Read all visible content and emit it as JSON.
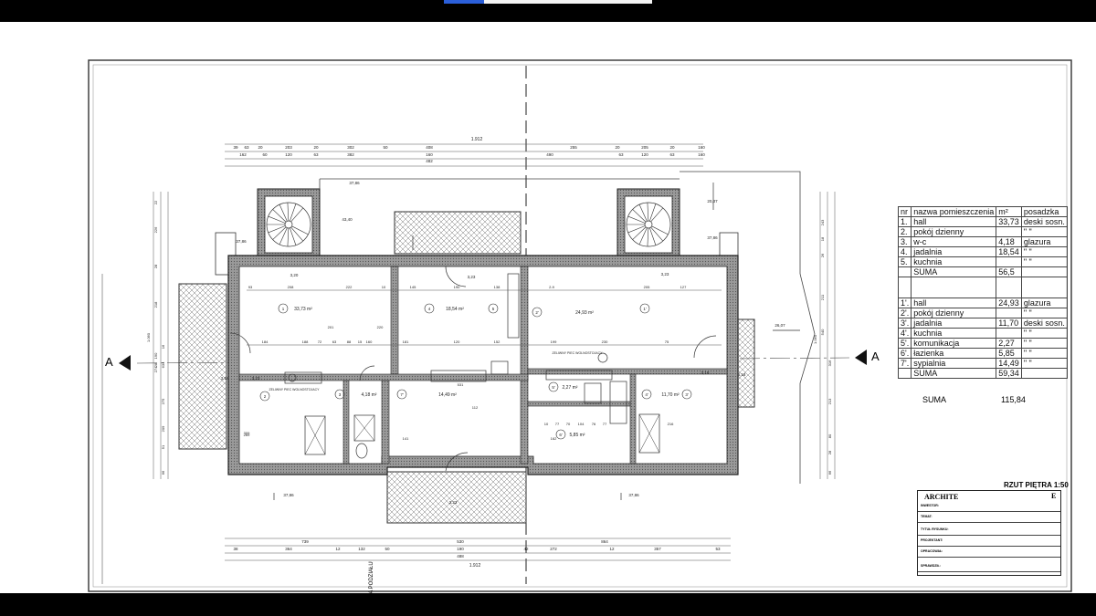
{
  "drawing": {
    "scale_title": "RZUT PIĘTRA 1:50",
    "section_marker_left": "A",
    "section_marker_right": "A",
    "boundary_label": "GRANICA PODZIAŁU",
    "heater_label_left": "ZELIWNY PIEC WOLNOSTOJACY",
    "heater_label_right": "ZELIWNY PIEC WOLNOSTOJACY",
    "top_total_dim": "1.912",
    "bottom_total_dim": "1.912",
    "top_dim_row1": [
      "39",
      "63",
      "20",
      "203",
      "20",
      "302",
      "50",
      "408",
      "255",
      "20",
      "205",
      "20",
      "160"
    ],
    "top_dim_row2": [
      "162",
      "60",
      "120",
      "63",
      "382",
      "160",
      "490",
      "63",
      "120",
      "63",
      "160"
    ],
    "top_dim_row3": [
      "482"
    ],
    "bottom_dim_row1": [
      "739",
      "530",
      "864"
    ],
    "bottom_dim_row2": [
      "38",
      "364",
      "12",
      "132",
      "50",
      "190",
      "42",
      "272",
      "12",
      "357",
      "53"
    ],
    "bottom_dim_row3": [
      "488"
    ],
    "levels": [
      "37,86",
      "43,40",
      "37,86",
      "37,86",
      "37,86",
      "37,86",
      "20,37",
      "26,07",
      "3,20",
      "3,23",
      "3,23",
      "3,23",
      "3,18",
      "3,18",
      "5,18",
      "3,23"
    ],
    "room_labels": [
      {
        "no": "1",
        "area": "33,73 m²"
      },
      {
        "no": "4",
        "area": "18,54 m²"
      },
      {
        "no": "5",
        "area": ""
      },
      {
        "no": "2",
        "area": ""
      },
      {
        "no": "3",
        "area": "4,18 m²"
      },
      {
        "no": "7'",
        "area": "14,49 m²"
      },
      {
        "no": "2'",
        "area": "24,93 m²"
      },
      {
        "no": "1'",
        "area": ""
      },
      {
        "no": "5'",
        "area": "2,27 m²"
      },
      {
        "no": "4'",
        "area": "11,70 m²"
      },
      {
        "no": "3'",
        "area": ""
      },
      {
        "no": "6'",
        "area": "5,85 m²"
      }
    ],
    "interior_dims": [
      "93",
      "208",
      "222",
      "10",
      "145",
      "190",
      "138",
      "2-9",
      "205",
      "127",
      "184",
      "188",
      "72",
      "63",
      "88",
      "15",
      "160",
      "181",
      "120",
      "152",
      "199",
      "230",
      "75",
      "10",
      "77",
      "70",
      "104",
      "76",
      "77",
      "216",
      "162",
      "531",
      "141",
      "112",
      "309",
      "269",
      "201",
      "220"
    ],
    "side_dims_left": [
      "22",
      "226",
      "28",
      "218",
      "190",
      "28",
      "274",
      "1.060",
      "16",
      "634",
      "275",
      "209",
      "51",
      "66"
    ],
    "side_dims_right": [
      "243",
      "18",
      "26",
      "211",
      "540",
      "1.060",
      "316",
      "213",
      "80",
      "28",
      "66"
    ]
  },
  "room_table": {
    "headers": [
      "nr",
      "nazwa pomieszczenia",
      "m²",
      "posadzka"
    ],
    "group1": [
      {
        "nr": "1.",
        "name": "hall",
        "area": "33,73",
        "floor": "deski sosn."
      },
      {
        "nr": "2.",
        "name": "pokój dzienny",
        "area": "",
        "floor": "\" \""
      },
      {
        "nr": "3.",
        "name": "w-c",
        "area": "4,18",
        "floor": "glazura"
      },
      {
        "nr": "4.",
        "name": "jadalnia",
        "area": "18,54",
        "floor": "\" \""
      },
      {
        "nr": "5.",
        "name": "kuchnia",
        "area": "",
        "floor": "\" \""
      },
      {
        "nr": "",
        "name": "SUMA",
        "area": "56,5",
        "floor": ""
      }
    ],
    "group2": [
      {
        "nr": "1'.",
        "name": "hall",
        "area": "24,93",
        "floor": "glazura"
      },
      {
        "nr": "2'.",
        "name": "pokój dzienny",
        "area": "",
        "floor": "\" \""
      },
      {
        "nr": "3'.",
        "name": "jadalnia",
        "area": "11,70",
        "floor": "deski sosn."
      },
      {
        "nr": "4'.",
        "name": "kuchnia",
        "area": "",
        "floor": "\" \""
      },
      {
        "nr": "5'.",
        "name": "komunikacja",
        "area": "2,27",
        "floor": "\" \""
      },
      {
        "nr": "6'.",
        "name": "łazienka",
        "area": "5,85",
        "floor": "\" \""
      },
      {
        "nr": "7'.",
        "name": "sypialnia",
        "area": "14,49",
        "floor": "\" \""
      },
      {
        "nr": "",
        "name": "SUMA",
        "area": "59,34",
        "floor": ""
      }
    ],
    "total_label": "SUMA",
    "total_value": "115,84"
  },
  "title_block": {
    "brand": "ARCHITE",
    "brand_right": "E",
    "fields": [
      "INWESTOR:",
      "TEMAT:",
      "TYTUŁ RYSUNKU:",
      "PROJEKTANT:",
      "OPRACOWAŁ:",
      "SPRAWDZIŁ:"
    ]
  }
}
